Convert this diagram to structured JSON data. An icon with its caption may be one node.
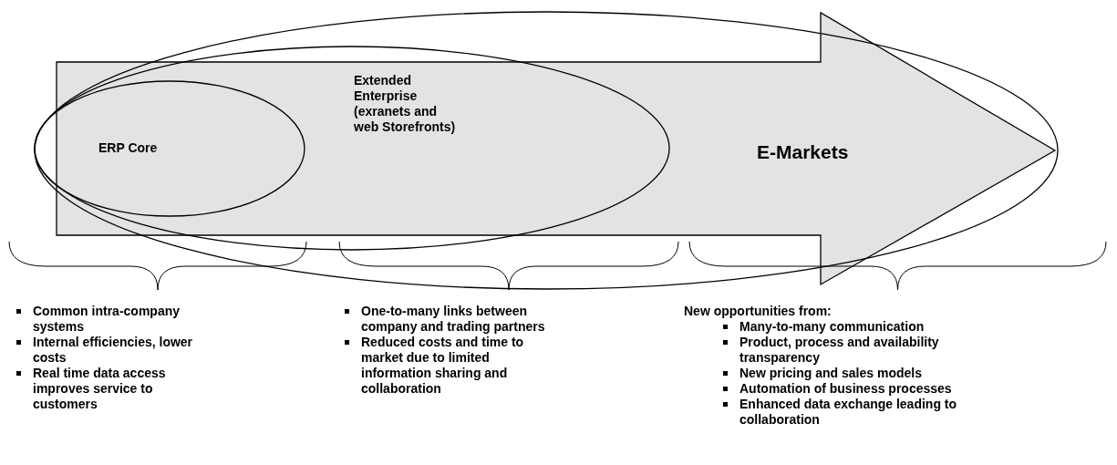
{
  "diagram": {
    "nodes": [
      {
        "text": [
          "E-Markets"
        ]
      },
      {
        "text": [
          "Extended Enterprise (exranets and web Storefronts)"
        ],
        "in": 0
      },
      {
        "text": [
          "ERP Core"
        ],
        "in": 1
      }
    ],
    "labels": [
      "Common intra-company systems",
      "Internal efficiencies, lower costs",
      "Real time data access improves service to customers",
      "One-to-many links between company and trading partners",
      "Reduced costs and time to market due to limited information sharing and collaboration",
      "New opportunities from:",
      "Many-to-many communication",
      "Product, process and availability transparency",
      "New pricing and sales models",
      "Automation of business processes",
      "Enhanced data exchange leading to collaboration"
    ]
  }
}
